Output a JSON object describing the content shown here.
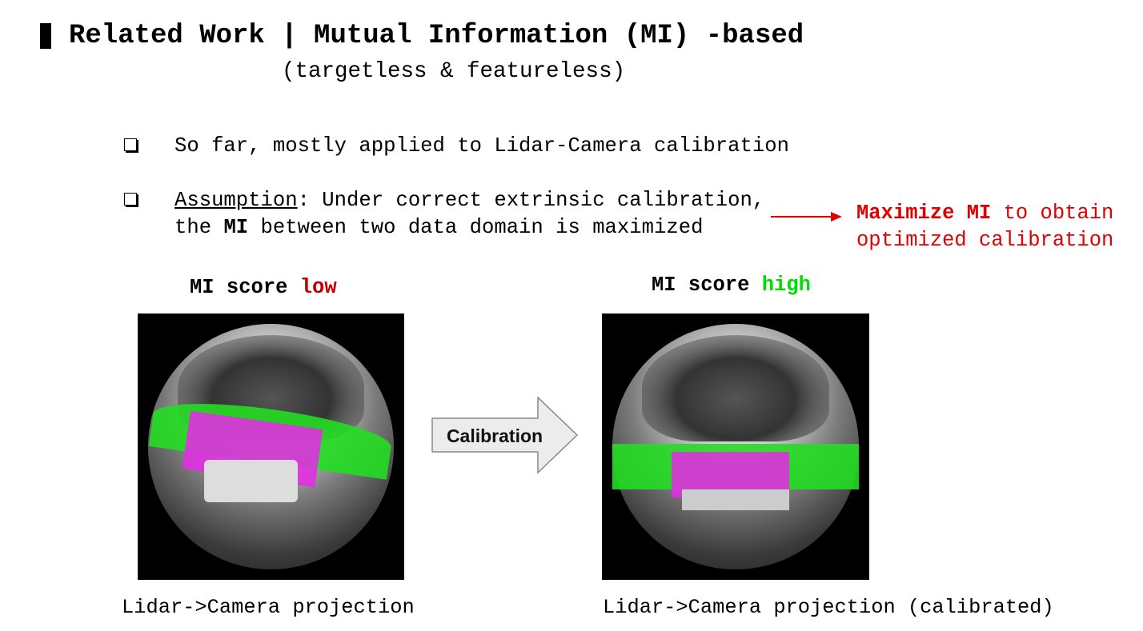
{
  "title": "Related Work | Mutual Information (MI) -based",
  "subtitle": "(targetless & featureless)",
  "bullets": [
    {
      "text": "So far, mostly applied to Lidar-Camera calibration"
    },
    {
      "underlined": "Assumption",
      "rest_line1": ": Under correct extrinsic calibration,",
      "line2_pre": "the ",
      "line2_bold": "MI",
      "line2_post": " between two data domain is maximized"
    }
  ],
  "callout": {
    "bold": "Maximize MI",
    "line1_rest": " to obtain",
    "line2": "optimized calibration",
    "color": "#e00000"
  },
  "left_panel": {
    "label_prefix": "MI score ",
    "label_value": "low",
    "value_color": "#c00000",
    "caption": "Lidar->Camera projection"
  },
  "right_panel": {
    "label_prefix": "MI score ",
    "label_value": "high",
    "value_color": "#00dd00",
    "caption": "Lidar->Camera projection (calibrated)"
  },
  "arrow_label": "Calibration"
}
